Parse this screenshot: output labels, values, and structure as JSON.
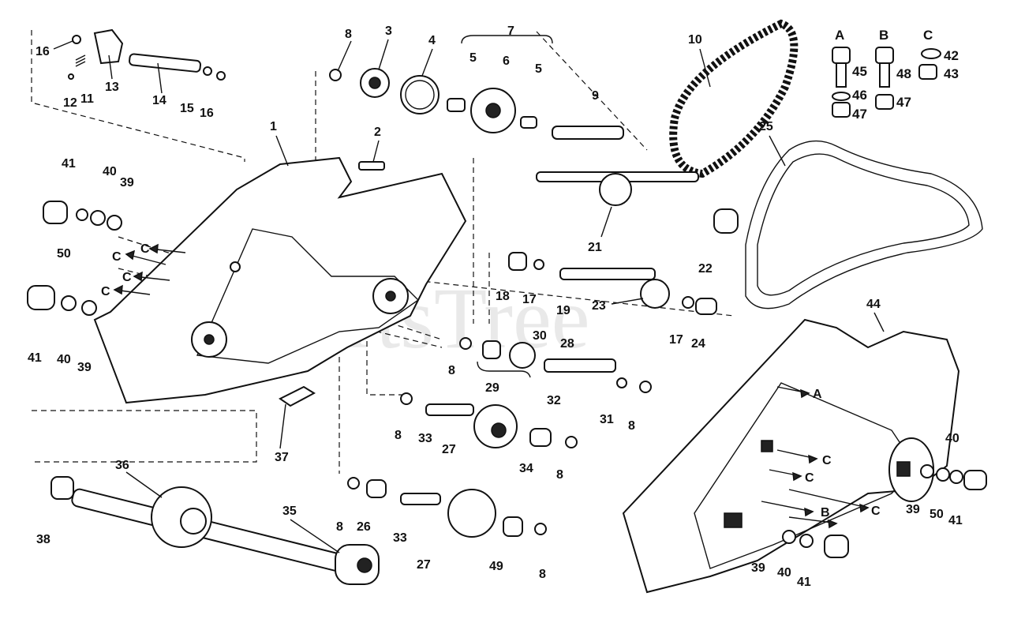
{
  "diagram": {
    "watermark": "PartsTree",
    "callouts": [
      {
        "id": "c16a",
        "text": "16"
      },
      {
        "id": "c13",
        "text": "13"
      },
      {
        "id": "c11",
        "text": "11"
      },
      {
        "id": "c12",
        "text": "12"
      },
      {
        "id": "c14",
        "text": "14"
      },
      {
        "id": "c15",
        "text": "15"
      },
      {
        "id": "c16b",
        "text": "16"
      },
      {
        "id": "c8a",
        "text": "8"
      },
      {
        "id": "c3",
        "text": "3"
      },
      {
        "id": "c4",
        "text": "4"
      },
      {
        "id": "c7",
        "text": "7"
      },
      {
        "id": "c5a",
        "text": "5"
      },
      {
        "id": "c6",
        "text": "6"
      },
      {
        "id": "c5b",
        "text": "5"
      },
      {
        "id": "c9",
        "text": "9"
      },
      {
        "id": "c10",
        "text": "10"
      },
      {
        "id": "c1",
        "text": "1"
      },
      {
        "id": "c2",
        "text": "2"
      },
      {
        "id": "c41a",
        "text": "41"
      },
      {
        "id": "c40a",
        "text": "40"
      },
      {
        "id": "c39a",
        "text": "39"
      },
      {
        "id": "c50a",
        "text": "50"
      },
      {
        "id": "c41b",
        "text": "41"
      },
      {
        "id": "c40b",
        "text": "40"
      },
      {
        "id": "c39b",
        "text": "39"
      },
      {
        "id": "c25",
        "text": "25"
      },
      {
        "id": "c21",
        "text": "21"
      },
      {
        "id": "c22",
        "text": "22"
      },
      {
        "id": "c18",
        "text": "18"
      },
      {
        "id": "c17a",
        "text": "17"
      },
      {
        "id": "c19",
        "text": "19"
      },
      {
        "id": "c23",
        "text": "23"
      },
      {
        "id": "c17b",
        "text": "17"
      },
      {
        "id": "c24",
        "text": "24"
      },
      {
        "id": "c8b",
        "text": "8"
      },
      {
        "id": "c30",
        "text": "30"
      },
      {
        "id": "c28",
        "text": "28"
      },
      {
        "id": "c29",
        "text": "29"
      },
      {
        "id": "c32",
        "text": "32"
      },
      {
        "id": "c31",
        "text": "31"
      },
      {
        "id": "c8c",
        "text": "8"
      },
      {
        "id": "c8d",
        "text": "8"
      },
      {
        "id": "c33a",
        "text": "33"
      },
      {
        "id": "c27a",
        "text": "27"
      },
      {
        "id": "c34",
        "text": "34"
      },
      {
        "id": "c8e",
        "text": "8"
      },
      {
        "id": "c37",
        "text": "37"
      },
      {
        "id": "c36",
        "text": "36"
      },
      {
        "id": "c38",
        "text": "38"
      },
      {
        "id": "c35",
        "text": "35"
      },
      {
        "id": "c8f",
        "text": "8"
      },
      {
        "id": "c26",
        "text": "26"
      },
      {
        "id": "c33b",
        "text": "33"
      },
      {
        "id": "c27b",
        "text": "27"
      },
      {
        "id": "c49",
        "text": "49"
      },
      {
        "id": "c8g",
        "text": "8"
      },
      {
        "id": "c44",
        "text": "44"
      },
      {
        "id": "c39c",
        "text": "39"
      },
      {
        "id": "c50b",
        "text": "50"
      },
      {
        "id": "c41c",
        "text": "41"
      },
      {
        "id": "c40c",
        "text": "40"
      },
      {
        "id": "c39d",
        "text": "39"
      },
      {
        "id": "c40d",
        "text": "40"
      },
      {
        "id": "c41d",
        "text": "41"
      }
    ],
    "arrow_letters": {
      "left_c": [
        "C",
        "C",
        "C",
        "C"
      ],
      "right_a": "A",
      "right_c": [
        "C",
        "C",
        "C"
      ],
      "right_b": "B"
    },
    "hardware_key": {
      "col_a": "A",
      "col_b": "B",
      "col_c": "C",
      "n45": "45",
      "n48": "48",
      "n42": "42",
      "n43": "43",
      "n46": "46",
      "n47a": "47",
      "n47b": "47"
    }
  }
}
